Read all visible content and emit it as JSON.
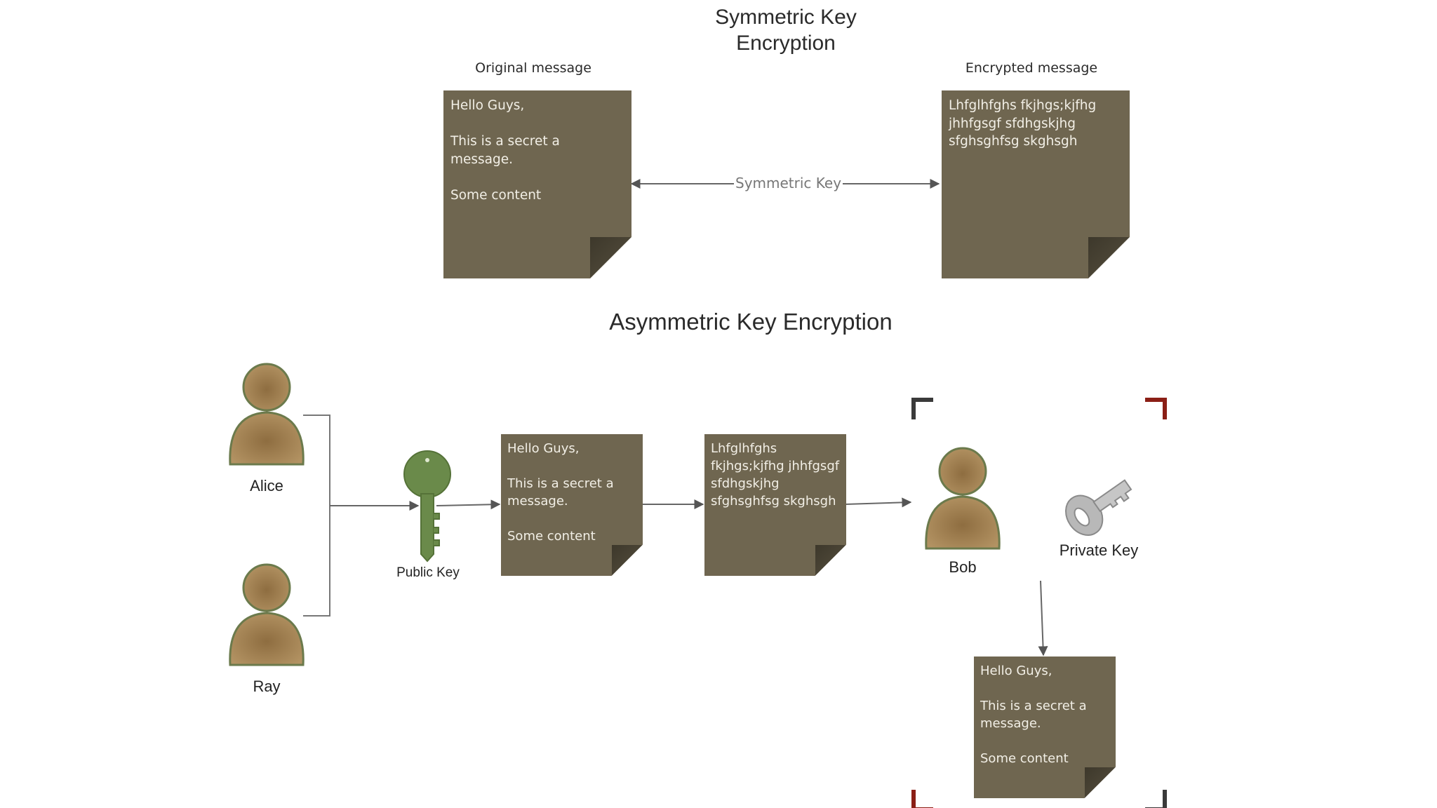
{
  "symmetric": {
    "title": "Symmetric Key\nEncryption",
    "original_caption": "Original message",
    "encrypted_caption": "Encrypted message",
    "key_label": "Symmetric Key",
    "original_text": "Hello Guys,\n\nThis is a secret a message.\n\nSome content",
    "encrypted_text": "Lhfglhfghs fkjhgs;kjfhg\njhhfgsgf sfdhgskjhg\nsfghsghfsg skghsgh"
  },
  "asymmetric": {
    "title": "Asymmetric Key Encryption",
    "alice_label": "Alice",
    "ray_label": "Ray",
    "bob_label": "Bob",
    "public_key_label": "Public Key",
    "private_key_label": "Private Key",
    "plain_text": "Hello Guys,\n\nThis is a secret a\nmessage.\n\nSome content",
    "cipher_text": "Lhfglhfghs\nfkjhgs;kjfhg jhhfgsgf\nsfdhgskjhg\nsfghsghfsg skghsgh",
    "decrypted_text": "Hello Guys,\n\nThis is a secret a\nmessage.\n\nSome content"
  },
  "colors": {
    "note": "#6f6650",
    "person": "#a9895a",
    "public_key": "#6a8a4a",
    "private_key": "#b0b0b0",
    "bracket_dark": "#3a3a3a",
    "bracket_red": "#8b1f16"
  }
}
